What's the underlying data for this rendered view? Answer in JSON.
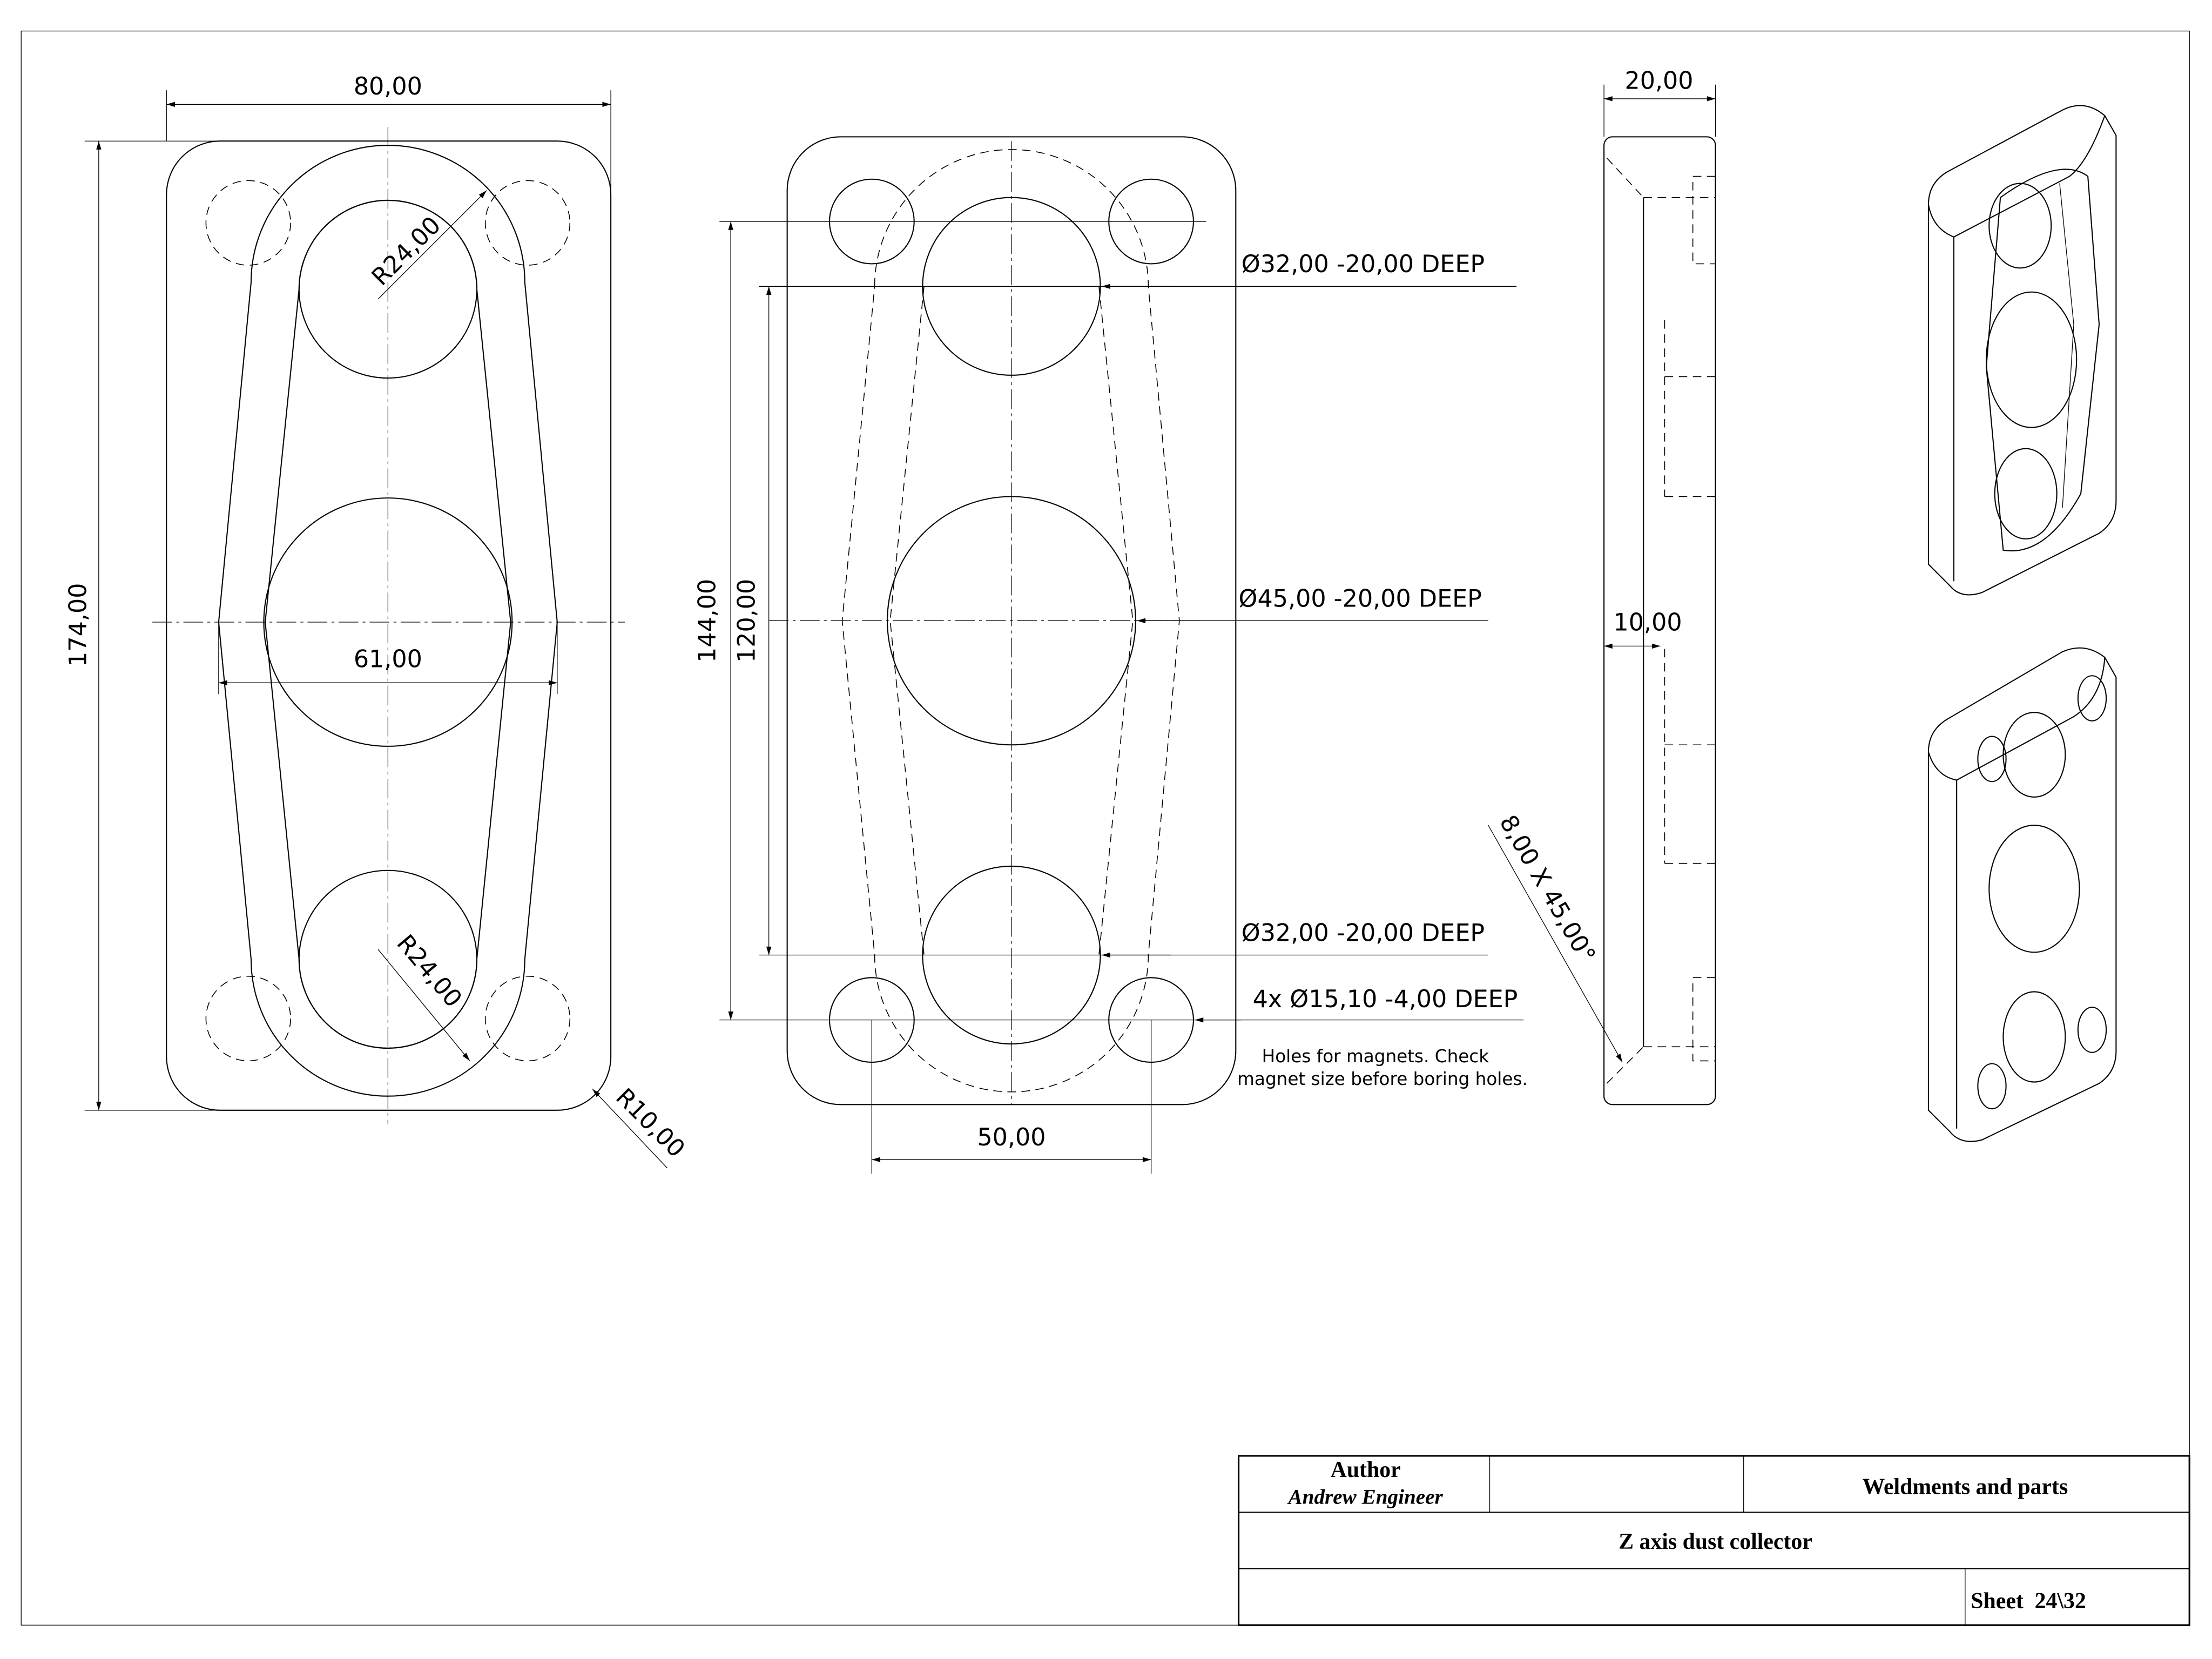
{
  "front_view": {
    "width": "80,00",
    "height": "174,00",
    "slot_width": "61,00",
    "radius_top": "R24,00",
    "radius_bottom": "R24,00",
    "corner_radius": "R10,00"
  },
  "back_view": {
    "hole_spacing_outer": "144,00",
    "hole_spacing_inner": "120,00",
    "magnet_spacing": "50,00",
    "callout_top": "Ø32,00 -20,00 DEEP",
    "callout_middle": "Ø45,00 -20,00 DEEP",
    "callout_bottom": "Ø32,00 -20,00 DEEP",
    "callout_magnets": "4x Ø15,10 -4,00 DEEP",
    "note_line1": "Holes for magnets. Check",
    "note_line2": "magnet size before boring holes."
  },
  "side_view": {
    "thickness": "20,00",
    "depth": "10,00",
    "chamfer": "8,00 X 45,00°"
  },
  "title_block": {
    "author_label": "Author",
    "author_name": "Andrew Engineer",
    "category": "Weldments and parts",
    "title": "Z axis dust collector",
    "sheet": "Sheet  24\\32"
  }
}
